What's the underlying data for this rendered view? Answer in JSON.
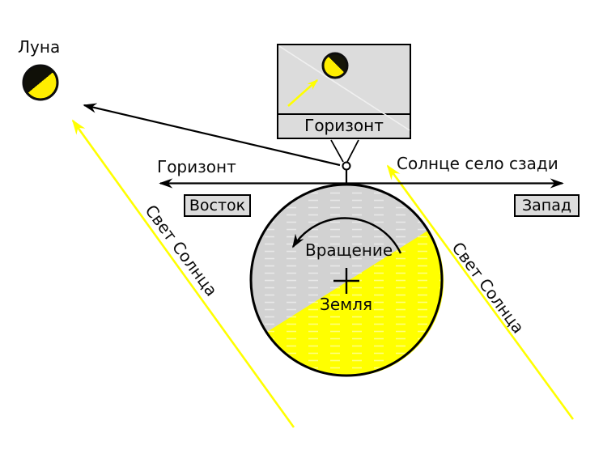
{
  "diagram": {
    "moon_label": "Луна",
    "horizon_label": "Горизонт",
    "sun_note": "Солнце село сзади",
    "east_label": "Восток",
    "west_label": "Запад",
    "sunlight_label_left": "Свет Солнца",
    "sunlight_label_right": "Свет Солнца",
    "rotation_label": "Вращение",
    "earth_label": "Земля",
    "inset": {
      "horizon_label": "Горизонт"
    },
    "icons": {
      "moon": "waning-moon-icon",
      "inset_moon": "gibbous-moon-icon",
      "observer": "observer-figure-icon",
      "sun_rays": "sunlight-arrow-icon",
      "rotation": "counterclockwise-arrow-icon",
      "center_mark": "plus-cross-icon"
    },
    "colors": {
      "sunlight_yellow": "#ffff00",
      "earth_day_side": "#ffff00",
      "earth_night_side": "#d2d2d2",
      "panel_gray": "#dcdcdc",
      "ink": "#000000",
      "background": "#ffffff"
    }
  }
}
